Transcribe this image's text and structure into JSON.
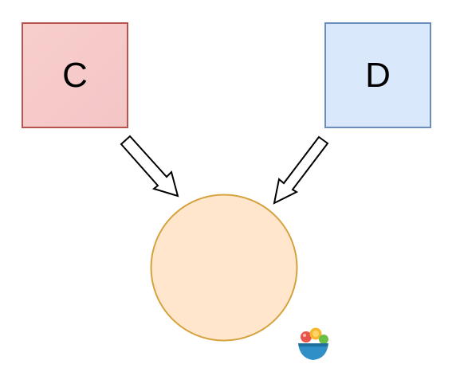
{
  "diagram": {
    "nodes": [
      {
        "id": "C",
        "label": "C",
        "shape": "rectangle",
        "fill": "#f8cecc",
        "stroke": "#b85450"
      },
      {
        "id": "D",
        "label": "D",
        "shape": "rectangle",
        "fill": "#dae8fc",
        "stroke": "#6c8ebf"
      },
      {
        "id": "circle",
        "label": "",
        "shape": "ellipse",
        "fill": "#ffe6cc",
        "stroke": "#d6a23e"
      }
    ],
    "edges": [
      {
        "from": "C",
        "to": "circle",
        "style": "hollow-block-arrow"
      },
      {
        "from": "D",
        "to": "circle",
        "style": "hollow-block-arrow"
      }
    ]
  },
  "watermark": {
    "icon": "fruit-bowl-logo-icon"
  }
}
